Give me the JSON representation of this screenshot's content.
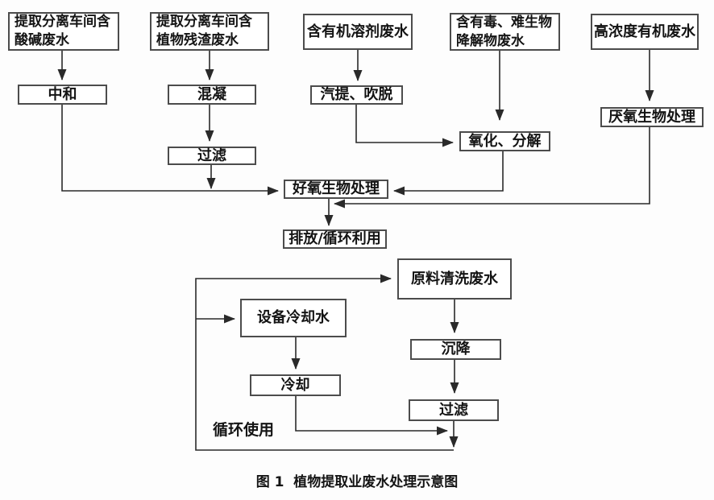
{
  "colors": {
    "line": "#2a2a2a",
    "box_border": "#4c4c4c",
    "text": "#141414",
    "background": "#fdfdfd"
  },
  "diagram": {
    "caption": "图 1  植物提取业废水处理示意图",
    "recycle_label": "循环使用",
    "nodes": {
      "src_acid": "提取分离车间含\n酸碱废水",
      "src_residue": "提取分离车间含\n植物残渣废水",
      "src_solvent": "含有机溶剂废水",
      "src_toxic": "含有毒、难生物\n降解物废水",
      "src_high_organic": "高浓度有机废水",
      "neutralize": "中和",
      "coagulate": "混凝",
      "strip": "汽提、吹脱",
      "filter1": "过滤",
      "oxidize": "氧化、分解",
      "anaerobic": "厌氧生物处理",
      "aerobic": "好氧生物处理",
      "discharge": "排放/循环利用",
      "raw_wash": "原料清洗废水",
      "cooling_water": "设备冷却水",
      "settle": "沉降",
      "cool": "冷却",
      "filter2": "过滤"
    }
  }
}
